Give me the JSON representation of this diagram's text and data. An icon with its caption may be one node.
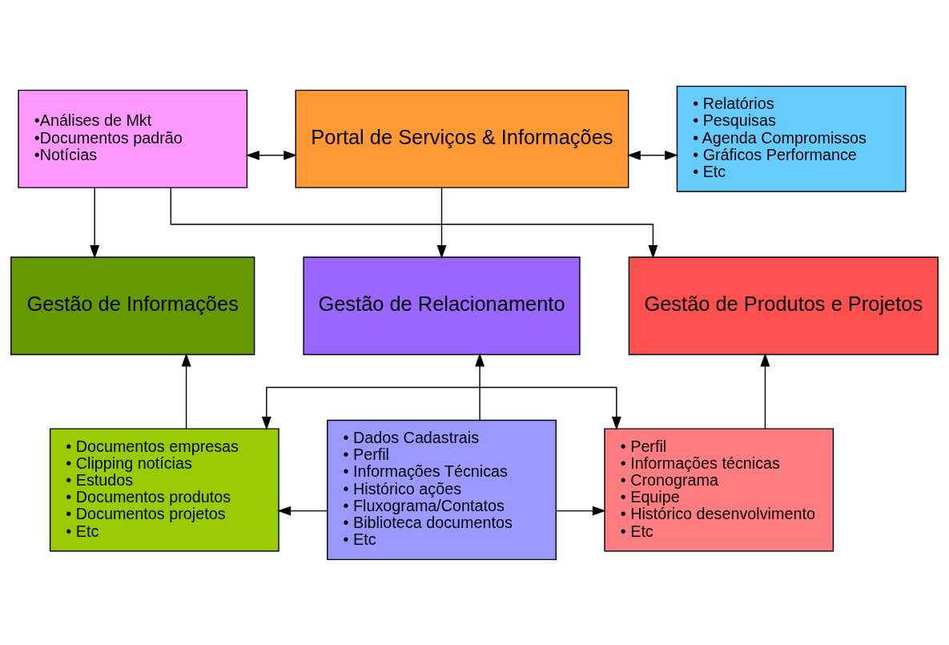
{
  "diagram": {
    "nodes": [
      {
        "text": [
          "•Análises de Mkt",
          "•Documentos padrão",
          "•Notícias"
        ]
      },
      {
        "text": [
          "Portal de Serviços & Informações"
        ]
      },
      {
        "text": [
          "• Relatórios",
          "• Pesquisas",
          "• Agenda Compromissos",
          "• Gráficos Performance",
          "• Etc"
        ]
      },
      {
        "text": [
          "Gestão de Informações"
        ]
      },
      {
        "text": [
          "Gestão de Relacionamento"
        ]
      },
      {
        "text": [
          "Gestão de Produtos e Projetos"
        ]
      },
      {
        "text": [
          "• Documentos empresas",
          "• Clipping notícias",
          "• Estudos",
          "• Documentos produtos",
          "• Documentos projetos",
          "• Etc"
        ]
      },
      {
        "text": [
          "• Dados Cadastrais",
          "• Perfil",
          "• Informações Técnicas",
          "• Histórico ações",
          "• Fluxograma/Contatos",
          "• Biblioteca documentos",
          "• Etc"
        ]
      },
      {
        "text": [
          "• Perfil",
          "• Informações técnicas",
          "• Cronograma",
          "• Equipe",
          "• Histórico desenvolvimento",
          "• Etc"
        ]
      }
    ],
    "edges": [
      {
        "from": 0,
        "to": 1,
        "arrow": "both"
      },
      {
        "from": 1,
        "to": 2,
        "arrow": "both"
      },
      {
        "from": 0,
        "to": 3,
        "arrow": "to"
      },
      {
        "from": 0,
        "to": 5,
        "arrow": "to"
      },
      {
        "from": 1,
        "to": 4,
        "arrow": "to"
      },
      {
        "from": 6,
        "to": 3,
        "arrow": "to"
      },
      {
        "from": 7,
        "to": 4,
        "arrow": "to"
      },
      {
        "from": 8,
        "to": 5,
        "arrow": "to"
      },
      {
        "from": 7,
        "to": 6,
        "arrow": "to"
      },
      {
        "from": 7,
        "to": 8,
        "arrow": "to"
      },
      {
        "from": 6,
        "to": 8,
        "arrow": "both"
      }
    ]
  }
}
